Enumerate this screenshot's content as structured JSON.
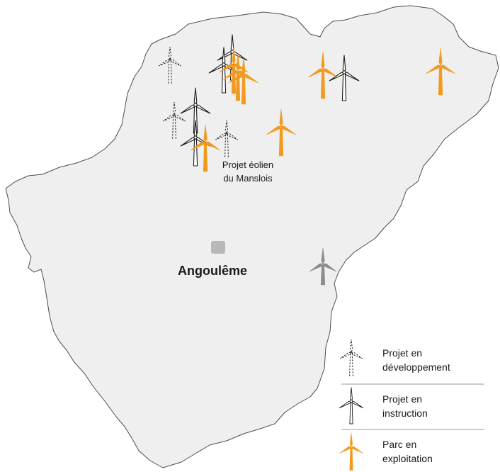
{
  "map": {
    "city": {
      "name": "Angoulême"
    },
    "annotation": {
      "line1": "Projet éolien",
      "line2": "du Manslois"
    },
    "colors": {
      "developpement": "#1a1a1a",
      "instruction": "#1a1a1a",
      "exploitation": "#f39a1e",
      "other": "#8c8c8c",
      "region_fill": "#efefef",
      "region_stroke": "#4d4d4d"
    },
    "legend": [
      {
        "icon": "dashed-wind-turbine-icon",
        "line1": "Projet en",
        "line2": "développement"
      },
      {
        "icon": "outline-wind-turbine-icon",
        "line1": "Projet en",
        "line2": "instruction"
      },
      {
        "icon": "orange-wind-turbine-icon",
        "line1": "Parc en",
        "line2": "exploitation"
      }
    ]
  }
}
